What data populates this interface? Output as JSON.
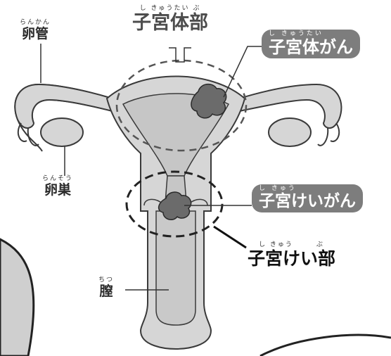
{
  "colors": {
    "organ_fill": "#d6d6d6",
    "organ_inner": "#bdbdbd",
    "outline": "#3a3a3a",
    "tumor": "#6b6b6b",
    "dashed": "#555555",
    "pill_bg": "#7d7d7d",
    "label_text": "#2b2b2b"
  },
  "labels": {
    "fallopian_tube": {
      "ruby": "らんかん",
      "text": "卵管"
    },
    "uterine_body": {
      "ruby": "し きゅうたい ぶ",
      "text": "子宮体部"
    },
    "ovary": {
      "ruby": "らんそう",
      "text": "卵巣"
    },
    "vagina": {
      "ruby": "ちつ",
      "text": "膣"
    },
    "cervix": {
      "ruby": "し きゅう　　　ぶ",
      "text": "子宮けい部"
    }
  },
  "callouts": {
    "endometrial_cancer": {
      "ruby": "し きゅうたい",
      "text": "子宮体がん"
    },
    "cervical_cancer": {
      "ruby": "し きゅう",
      "text": "子宮けいがん"
    }
  },
  "icons": {
    "tumor_body": "tumor-blob-icon",
    "tumor_cervix": "tumor-blob-icon"
  }
}
